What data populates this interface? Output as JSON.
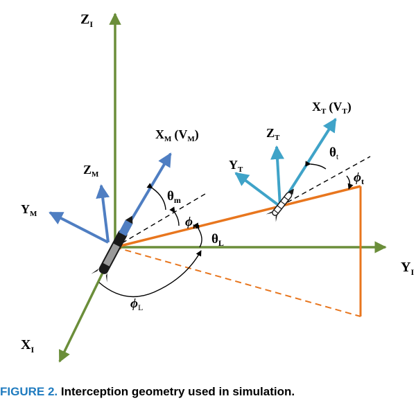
{
  "colors": {
    "inertial_axis": "#6b8e3a",
    "missile_axis": "#4f7ec2",
    "target_axis": "#3fa3c8",
    "los": "#e8761e",
    "caption_prefix": "#1f7bbf"
  },
  "labels": {
    "zi": "Z",
    "zi_sub": "I",
    "yi": "Y",
    "yi_sub": "I",
    "xi": "X",
    "xi_sub": "I",
    "xm": "X",
    "xm_sub": "M",
    "xm_paren": "(V",
    "xm_paren_sub": "M",
    "xm_close": ")",
    "zm": "Z",
    "zm_sub": "M",
    "ym": "Y",
    "ym_sub": "M",
    "xt": "X",
    "xt_sub": "T",
    "xt_paren": "(V",
    "xt_paren_sub": "T",
    "xt_close": ")",
    "zt": "Z",
    "zt_sub": "T",
    "yt": "Y",
    "yt_sub": "T",
    "theta_m": "θ",
    "theta_m_sub": "m",
    "phi_m": "ϕ",
    "phi_m_sub": "m",
    "theta_l": "θ",
    "theta_l_sub": "L",
    "phi_l": "ϕ",
    "phi_l_sub": "L",
    "theta_t": "θ",
    "theta_t_sub": "t",
    "phi_t": "ϕ",
    "phi_t_sub": "t"
  },
  "caption": {
    "prefix": "FIGURE 2.",
    "text": "Interception geometry used in simulation."
  }
}
